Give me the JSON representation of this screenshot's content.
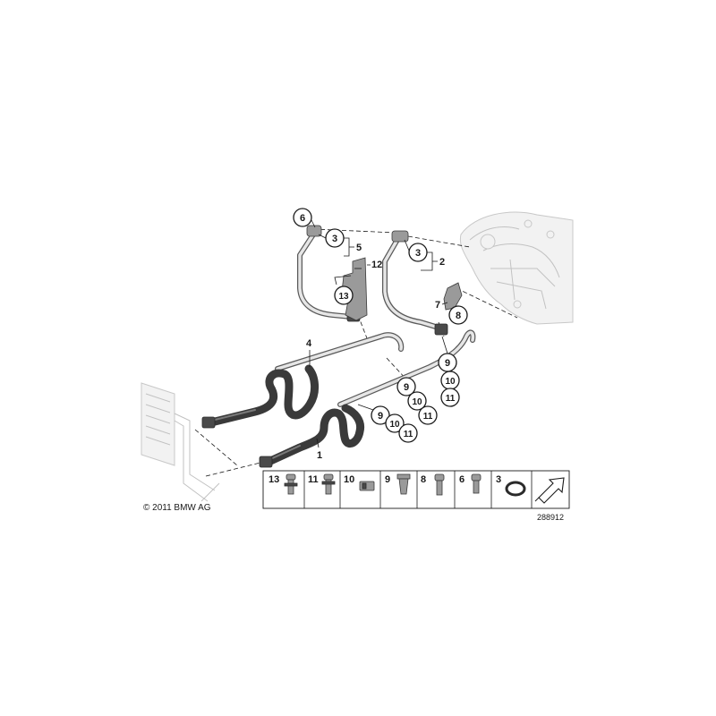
{
  "callouts": {
    "c6": "6",
    "c3a": "3",
    "c5": "5",
    "c3b": "3",
    "c2": "2",
    "c12": "12",
    "c13": "13",
    "c7": "7",
    "c8": "8",
    "c4": "4",
    "c9a": "9",
    "c10a": "10",
    "c11a": "11",
    "c9b": "9",
    "c10b": "10",
    "c11b": "11",
    "c9c": "9",
    "c10c": "10",
    "c11c": "11",
    "c1": "1"
  },
  "legend": {
    "items": [
      "13",
      "11",
      "10",
      "9",
      "8",
      "6",
      "3"
    ]
  },
  "copyright": "© 2011 BMW AG",
  "diagram_number": "288912"
}
